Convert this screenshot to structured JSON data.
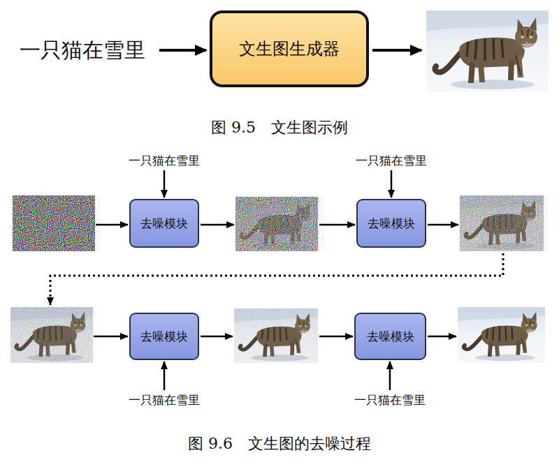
{
  "diagram": {
    "nodes": [
      {
        "text": [
          "文生图生成器"
        ]
      },
      {
        "text": [
          "去噪模块"
        ]
      },
      {
        "text": [
          "去噪模块"
        ]
      },
      {
        "text": [
          "去噪模块"
        ]
      },
      {
        "text": [
          "去噪模块"
        ]
      }
    ],
    "labels": [
      "一只猫在雪里",
      "图 9.5　文生图示例",
      "一只猫在雪里",
      "一只猫在雪里",
      "一只猫在雪里",
      "一只猫在雪里",
      "图 9.6　文生图的去噪过程"
    ]
  }
}
